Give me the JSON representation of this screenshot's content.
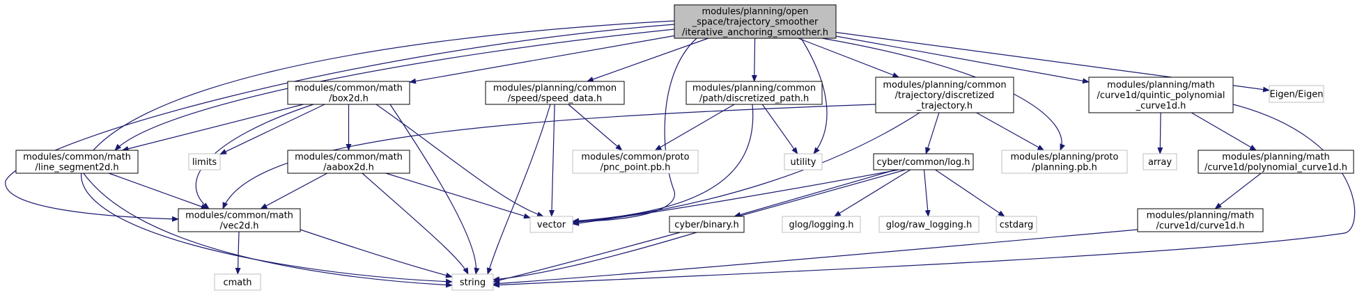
{
  "colors": {
    "edge": "#191970",
    "root_fill": "#bfbfbf",
    "box_stroke": "#000000",
    "external_stroke": "#bfbfbf",
    "text": "#000000"
  },
  "nodes": {
    "root": {
      "lines": [
        "modules/planning/open",
        "_space/trajectory_smoother",
        "/iterative_anchoring_smoother.h"
      ],
      "kind": "root"
    },
    "box2d": {
      "lines": [
        "modules/common/math",
        "/box2d.h"
      ],
      "kind": "doc"
    },
    "speed_data": {
      "lines": [
        "modules/planning/common",
        "/speed/speed_data.h"
      ],
      "kind": "doc"
    },
    "discretized_path": {
      "lines": [
        "modules/planning/common",
        "/path/discretized_path.h"
      ],
      "kind": "doc"
    },
    "discretized_trajectory": {
      "lines": [
        "modules/planning/common",
        "/trajectory/discretized",
        "_trajectory.h"
      ],
      "kind": "doc"
    },
    "quintic_polynomial": {
      "lines": [
        "modules/planning/math",
        "/curve1d/quintic_polynomial",
        "_curve1d.h"
      ],
      "kind": "doc"
    },
    "eigen": {
      "lines": [
        "Eigen/Eigen"
      ],
      "kind": "external"
    },
    "line_segment2d": {
      "lines": [
        "modules/common/math",
        "/line_segment2d.h"
      ],
      "kind": "doc"
    },
    "limits": {
      "lines": [
        "limits"
      ],
      "kind": "external"
    },
    "aabox2d": {
      "lines": [
        "modules/common/math",
        "/aabox2d.h"
      ],
      "kind": "doc"
    },
    "pnc_point": {
      "lines": [
        "modules/common/proto",
        "/pnc_point.pb.h"
      ],
      "kind": "external"
    },
    "utility": {
      "lines": [
        "utility"
      ],
      "kind": "external"
    },
    "log": {
      "lines": [
        "cyber/common/log.h"
      ],
      "kind": "doc"
    },
    "planning_pb": {
      "lines": [
        "modules/planning/proto",
        "/planning.pb.h"
      ],
      "kind": "external"
    },
    "array": {
      "lines": [
        "array"
      ],
      "kind": "external"
    },
    "polynomial_curve1d": {
      "lines": [
        "modules/planning/math",
        "/curve1d/polynomial_curve1d.h"
      ],
      "kind": "doc"
    },
    "vec2d": {
      "lines": [
        "modules/common/math",
        "/vec2d.h"
      ],
      "kind": "doc"
    },
    "vector": {
      "lines": [
        "vector"
      ],
      "kind": "external"
    },
    "binary": {
      "lines": [
        "cyber/binary.h"
      ],
      "kind": "doc"
    },
    "glog_logging": {
      "lines": [
        "glog/logging.h"
      ],
      "kind": "external"
    },
    "glog_raw_logging": {
      "lines": [
        "glog/raw_logging.h"
      ],
      "kind": "external"
    },
    "cstdarg": {
      "lines": [
        "cstdarg"
      ],
      "kind": "external"
    },
    "curve1d": {
      "lines": [
        "modules/planning/math",
        "/curve1d/curve1d.h"
      ],
      "kind": "doc"
    },
    "cmath": {
      "lines": [
        "cmath"
      ],
      "kind": "external"
    },
    "string": {
      "lines": [
        "string"
      ],
      "kind": "external"
    }
  },
  "edges": [
    [
      "root",
      "box2d"
    ],
    [
      "root",
      "speed_data"
    ],
    [
      "root",
      "discretized_path"
    ],
    [
      "root",
      "discretized_trajectory"
    ],
    [
      "root",
      "quintic_polynomial"
    ],
    [
      "root",
      "eigen"
    ],
    [
      "root",
      "line_segment2d"
    ],
    [
      "root",
      "vec2d"
    ],
    [
      "root",
      "vector"
    ],
    [
      "root",
      "utility"
    ],
    [
      "root",
      "planning_pb"
    ],
    [
      "root",
      "string"
    ],
    [
      "box2d",
      "line_segment2d"
    ],
    [
      "box2d",
      "limits"
    ],
    [
      "box2d",
      "aabox2d"
    ],
    [
      "box2d",
      "vec2d"
    ],
    [
      "box2d",
      "vector"
    ],
    [
      "box2d",
      "string"
    ],
    [
      "line_segment2d",
      "vec2d"
    ],
    [
      "line_segment2d",
      "string"
    ],
    [
      "aabox2d",
      "vec2d"
    ],
    [
      "aabox2d",
      "vector"
    ],
    [
      "aabox2d",
      "string"
    ],
    [
      "vec2d",
      "cmath"
    ],
    [
      "vec2d",
      "string"
    ],
    [
      "speed_data",
      "pnc_point"
    ],
    [
      "speed_data",
      "vector"
    ],
    [
      "speed_data",
      "string"
    ],
    [
      "discretized_path",
      "pnc_point"
    ],
    [
      "discretized_path",
      "utility"
    ],
    [
      "discretized_path",
      "vector"
    ],
    [
      "discretized_trajectory",
      "vec2d"
    ],
    [
      "discretized_trajectory",
      "log"
    ],
    [
      "discretized_trajectory",
      "planning_pb"
    ],
    [
      "discretized_trajectory",
      "vector"
    ],
    [
      "log",
      "binary"
    ],
    [
      "log",
      "glog_logging"
    ],
    [
      "log",
      "glog_raw_logging"
    ],
    [
      "log",
      "cstdarg"
    ],
    [
      "log",
      "vector"
    ],
    [
      "log",
      "string"
    ],
    [
      "binary",
      "string"
    ],
    [
      "quintic_polynomial",
      "array"
    ],
    [
      "quintic_polynomial",
      "polynomial_curve1d"
    ],
    [
      "quintic_polynomial",
      "string"
    ],
    [
      "polynomial_curve1d",
      "curve1d"
    ],
    [
      "curve1d",
      "string"
    ]
  ]
}
